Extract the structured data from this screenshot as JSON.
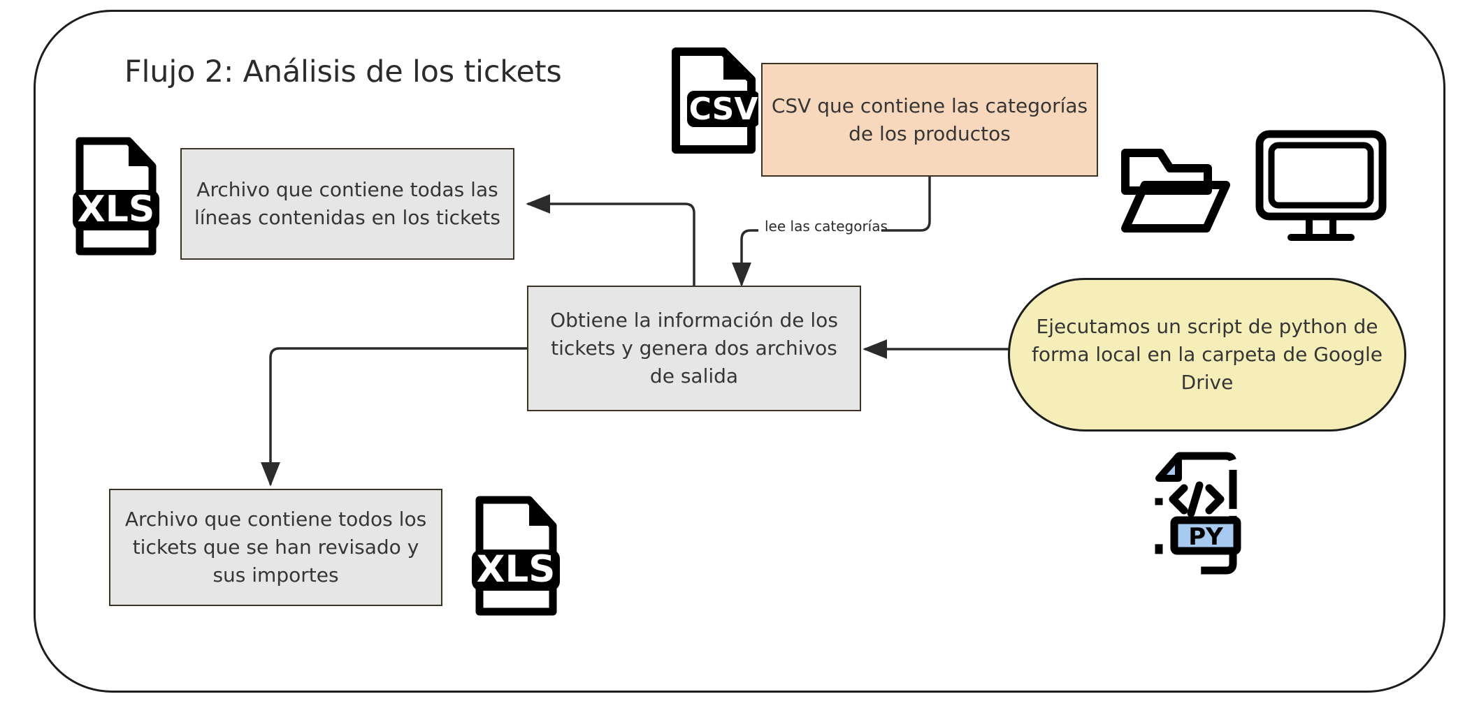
{
  "title": "Flujo 2: Análisis de los tickets",
  "colors": {
    "peach_fill": "#f8d8bc",
    "gray_fill": "#e6e6e6",
    "yellow_fill": "#f5eeb9",
    "box_stroke": "#3b3226",
    "frame_stroke": "#1d1d1b",
    "text": "#353535",
    "py_badge": "#a8caf0"
  },
  "nodes": {
    "all_lines_file": "Archivo que contiene todas las líneas contenidas en los tickets",
    "csv_source": "CSV que contiene las categorías de los productos",
    "process": "Obtiene la información de los tickets y genera dos archivos de salida",
    "script": "Ejecutamos un script de python de forma local en la carpeta de Google Drive",
    "all_tickets_file": "Archivo que contiene todos los tickets que se han revisado y sus importes"
  },
  "edges": [
    {
      "id": "process-to-all-lines",
      "from": "process",
      "to": "all_lines_file",
      "label": ""
    },
    {
      "id": "csv-to-process",
      "from": "csv_source",
      "to": "process",
      "label": "lee las categorías"
    },
    {
      "id": "script-to-process",
      "from": "script",
      "to": "process",
      "label": ""
    },
    {
      "id": "process-to-all-tickets",
      "from": "process",
      "to": "all_tickets_file",
      "label": ""
    }
  ],
  "edge_labels": {
    "lee_las_categorias": "lee las categorías"
  },
  "icons": {
    "xls_lines": "xls-file-icon",
    "csv": "csv-file-icon",
    "folder": "folder-icon",
    "monitor": "monitor-icon",
    "xls_tickets": "xls-file-icon",
    "py": "python-file-icon",
    "csv_badge_text": "CSV",
    "xls_badge_text": "XLS",
    "py_badge_text": "PY"
  }
}
